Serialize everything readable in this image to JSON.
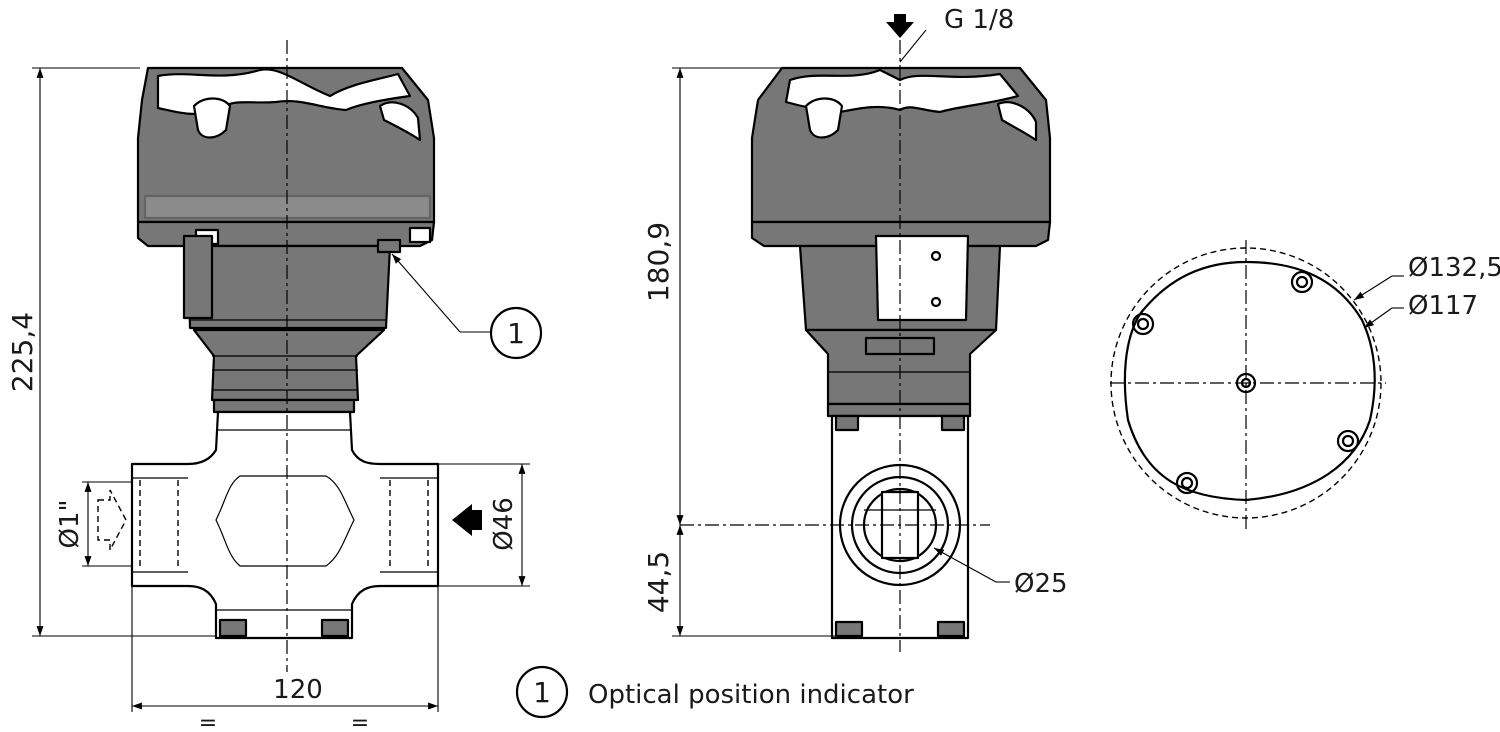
{
  "dimensions": {
    "overall_height": "225,4",
    "actuator_height": "180,9",
    "pipe_axis_height": "44,5",
    "face_to_face": "120",
    "port_size": "Ø1\"",
    "port_outer": "Ø46",
    "bore": "Ø25",
    "air_connection": "G 1/8",
    "flange_outer": "Ø132,5",
    "bolt_circle": "Ø117",
    "equal_mark": "="
  },
  "callouts": {
    "indicator_number": "1",
    "legend_number": "1",
    "legend_text": "Optical position indicator"
  }
}
